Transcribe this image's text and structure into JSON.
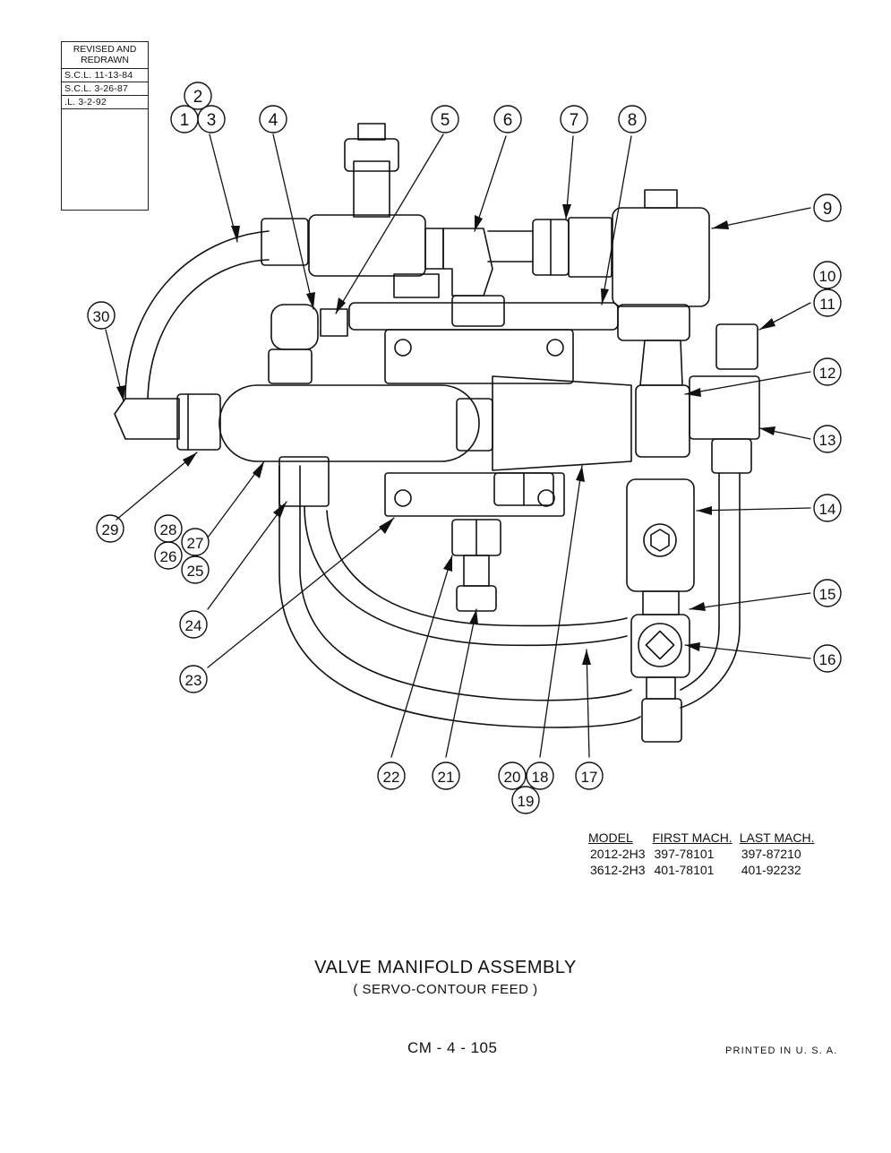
{
  "revision_block": {
    "header_line1": "REVISED AND",
    "header_line2": "REDRAWN",
    "rows": [
      "S.C.L. 11-13-84",
      "S.C.L. 3-26-87",
      ".L. 3-2-92"
    ]
  },
  "callouts": [
    "1",
    "2",
    "3",
    "4",
    "5",
    "6",
    "7",
    "8",
    "9",
    "10",
    "11",
    "12",
    "13",
    "14",
    "15",
    "16",
    "17",
    "18",
    "19",
    "20",
    "21",
    "22",
    "23",
    "24",
    "25",
    "26",
    "27",
    "28",
    "29",
    "30"
  ],
  "model_table": {
    "headers": [
      "MODEL",
      "FIRST MACH.",
      "LAST MACH."
    ],
    "rows": [
      [
        "2012-2H3",
        "397-78101",
        "397-87210"
      ],
      [
        "3612-2H3",
        "401-78101",
        "401-92232"
      ]
    ]
  },
  "title": "VALVE MANIFOLD ASSEMBLY",
  "subtitle": "( SERVO-CONTOUR FEED )",
  "drawing_number": "CM - 4 - 105",
  "printed_note": "PRINTED IN U. S. A."
}
